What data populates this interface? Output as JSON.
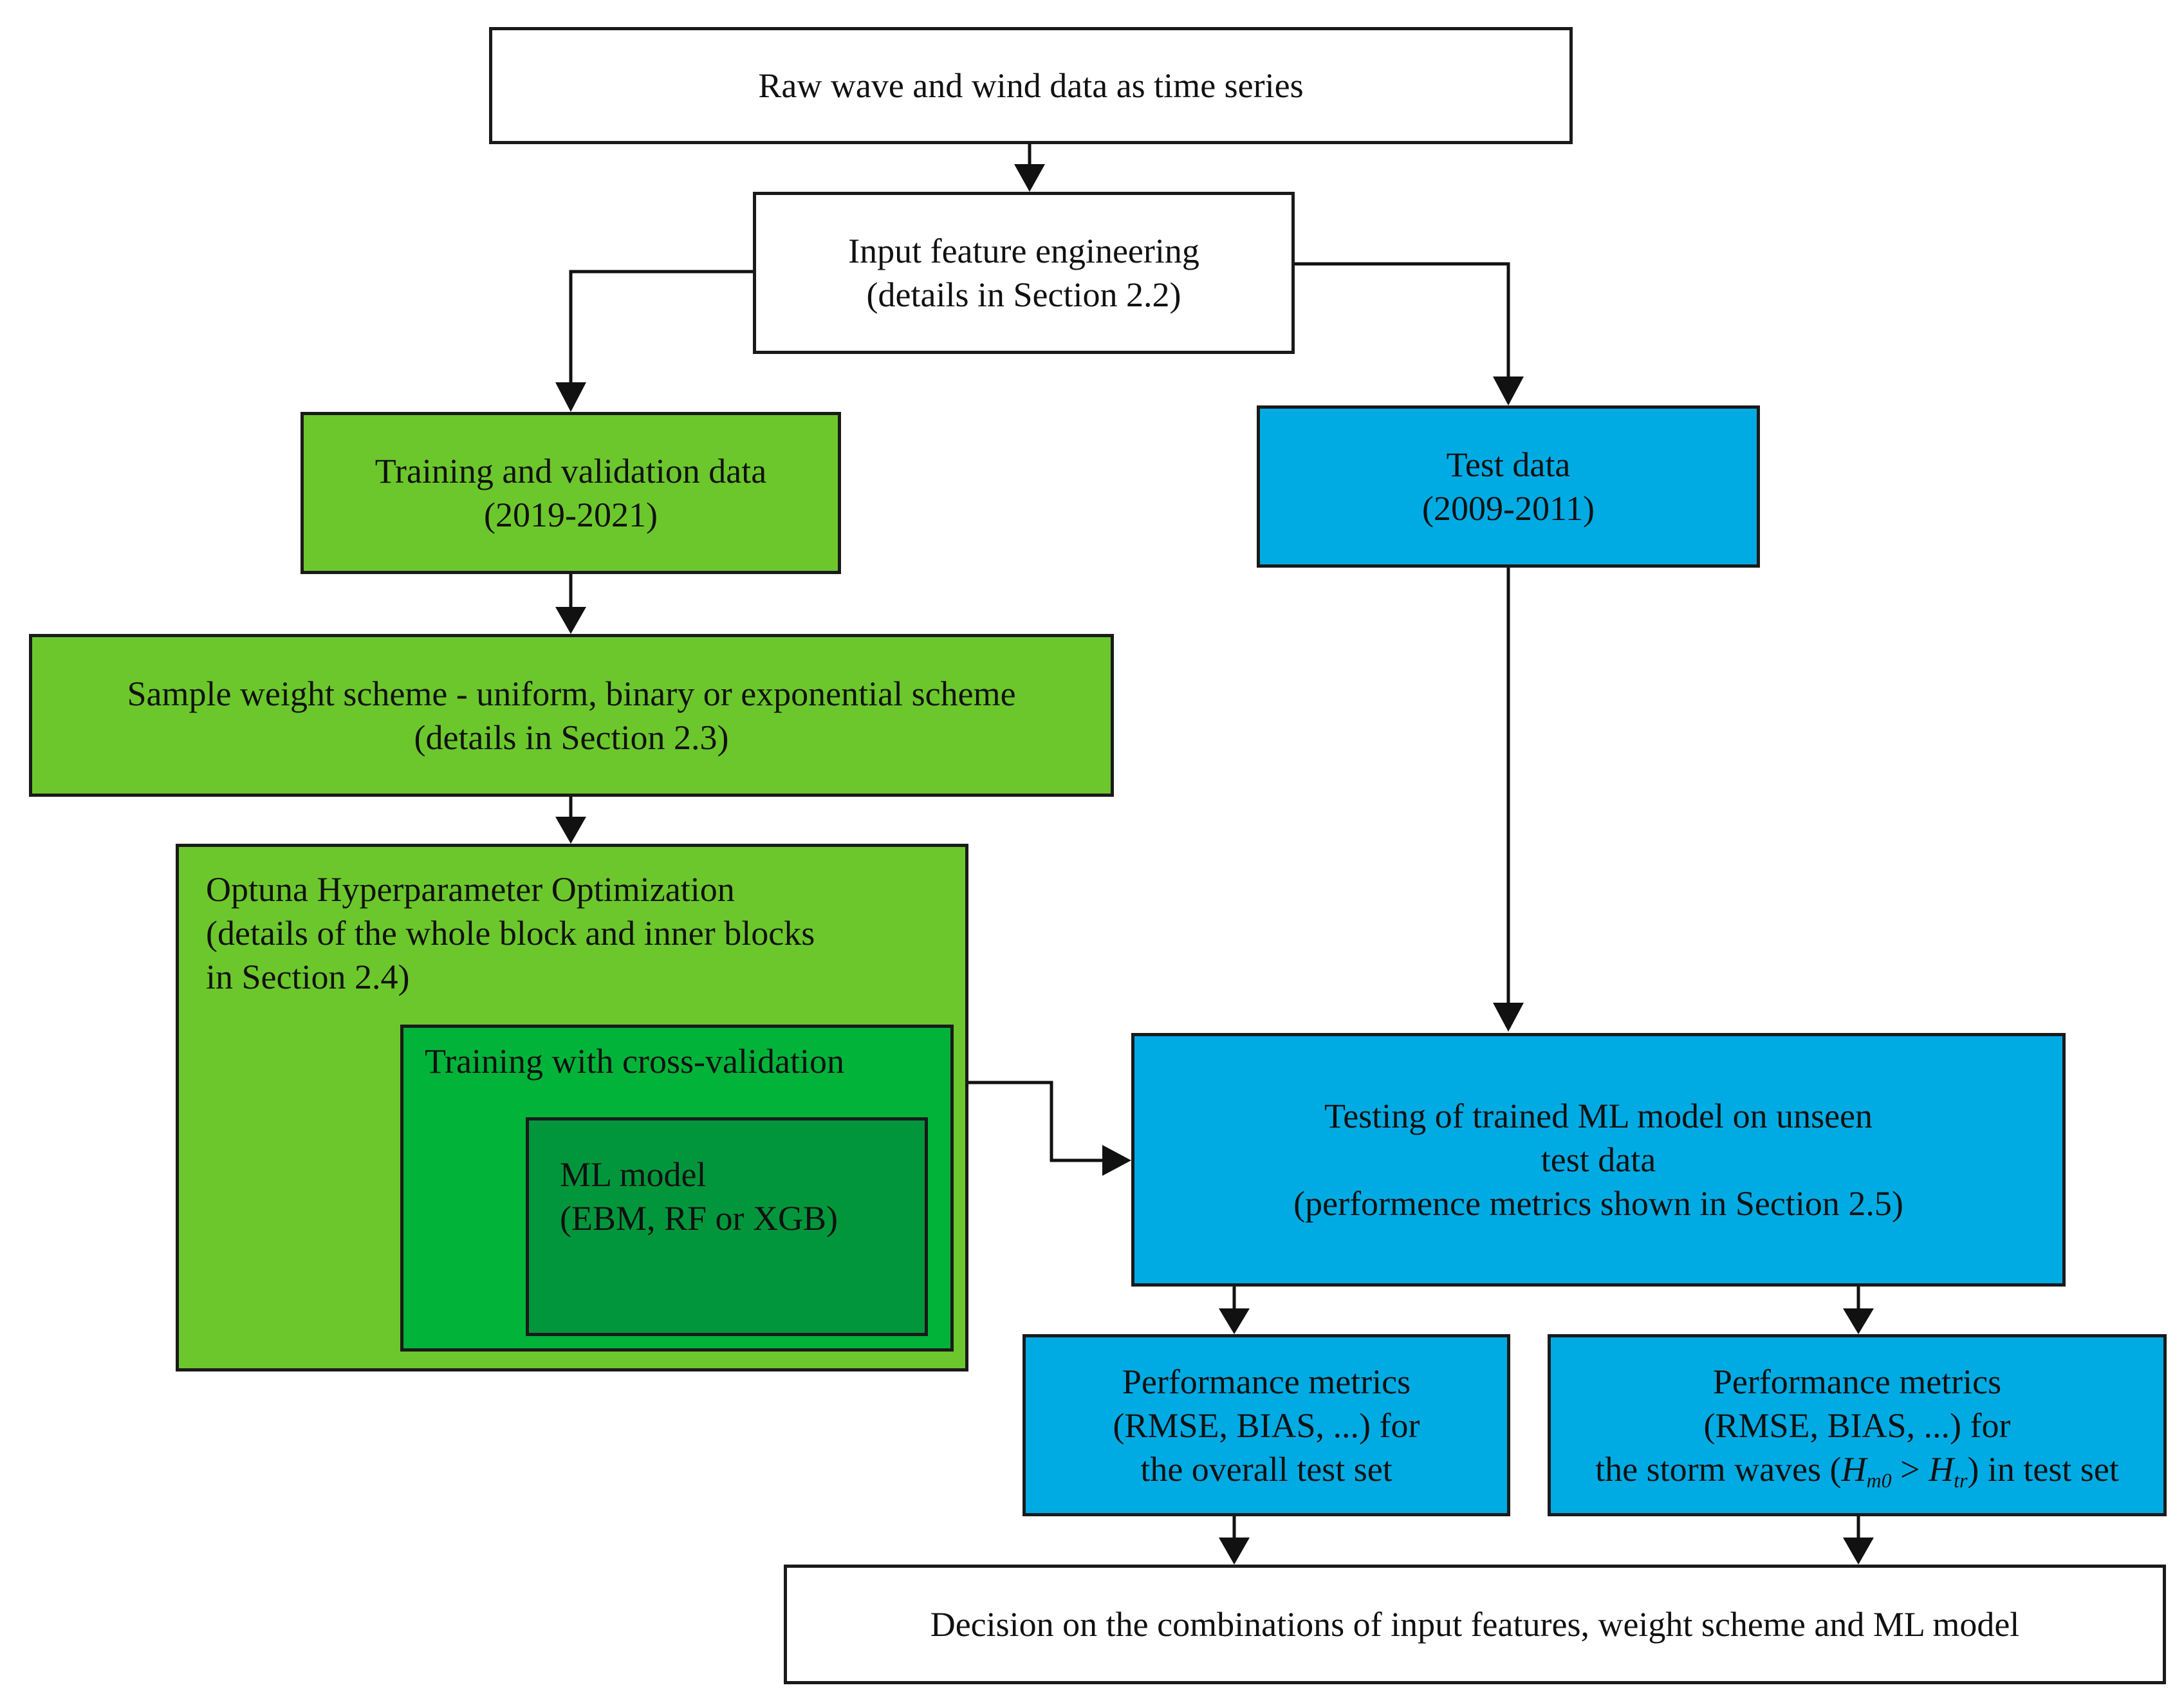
{
  "nodes": {
    "raw_data": {
      "lines": [
        "Raw wave and wind data as time series"
      ]
    },
    "feature_engineering": {
      "lines": [
        "Input feature engineering",
        "(details in Section 2.2)"
      ]
    },
    "train_val_data": {
      "lines": [
        "Training and validation data",
        "(2019-2021)"
      ]
    },
    "test_data": {
      "lines": [
        "Test data",
        "(2009-2011)"
      ]
    },
    "sample_weight": {
      "lines": [
        "Sample weight scheme - uniform, binary or exponential scheme",
        "(details in Section 2.3)"
      ]
    },
    "optuna": {
      "lines": [
        "Optuna Hyperparameter Optimization",
        "(details of the whole block and inner blocks",
        "in Section 2.4)"
      ]
    },
    "cross_validation": {
      "lines": [
        "Training with cross-validation"
      ]
    },
    "ml_model": {
      "lines": [
        "ML model",
        "(EBM, RF or XGB)"
      ]
    },
    "testing": {
      "lines": [
        "Testing of trained ML model on unseen",
        "test data",
        "(performence metrics shown in Section 2.5)"
      ]
    },
    "metrics_overall": {
      "lines": [
        "Performance metrics",
        "(RMSE, BIAS, ...) for",
        "the overall test set"
      ]
    },
    "metrics_storm": {
      "line1": "Performance metrics",
      "line2": "(RMSE, BIAS, ...) for",
      "line3_pre": "the storm waves (",
      "h_sym": "H",
      "h_sub1": "m0",
      "gt": " > ",
      "h_sub2": "tr",
      "line3_post": ") in test set"
    },
    "decision": {
      "lines": [
        "Decision on the combinations of input features, weight scheme and ML model"
      ]
    }
  },
  "colors": {
    "light_green": "#6cc72c",
    "medium_green": "#02b33a",
    "dark_green": "#02963c",
    "blue": "#00abe4",
    "border": "#1a1a1a",
    "white": "#ffffff"
  }
}
